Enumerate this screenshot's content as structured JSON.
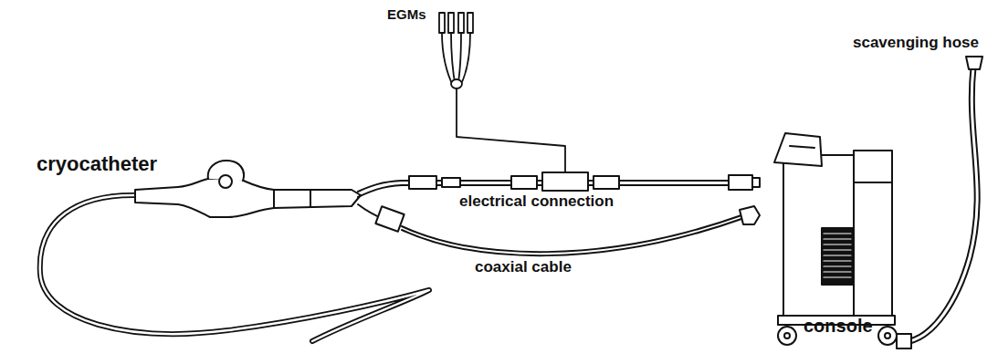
{
  "diagram": {
    "labels": [
      "EGMs",
      "scavenging hose",
      "cryocatheter",
      "electrical connection",
      "coaxial cable",
      "console"
    ]
  }
}
